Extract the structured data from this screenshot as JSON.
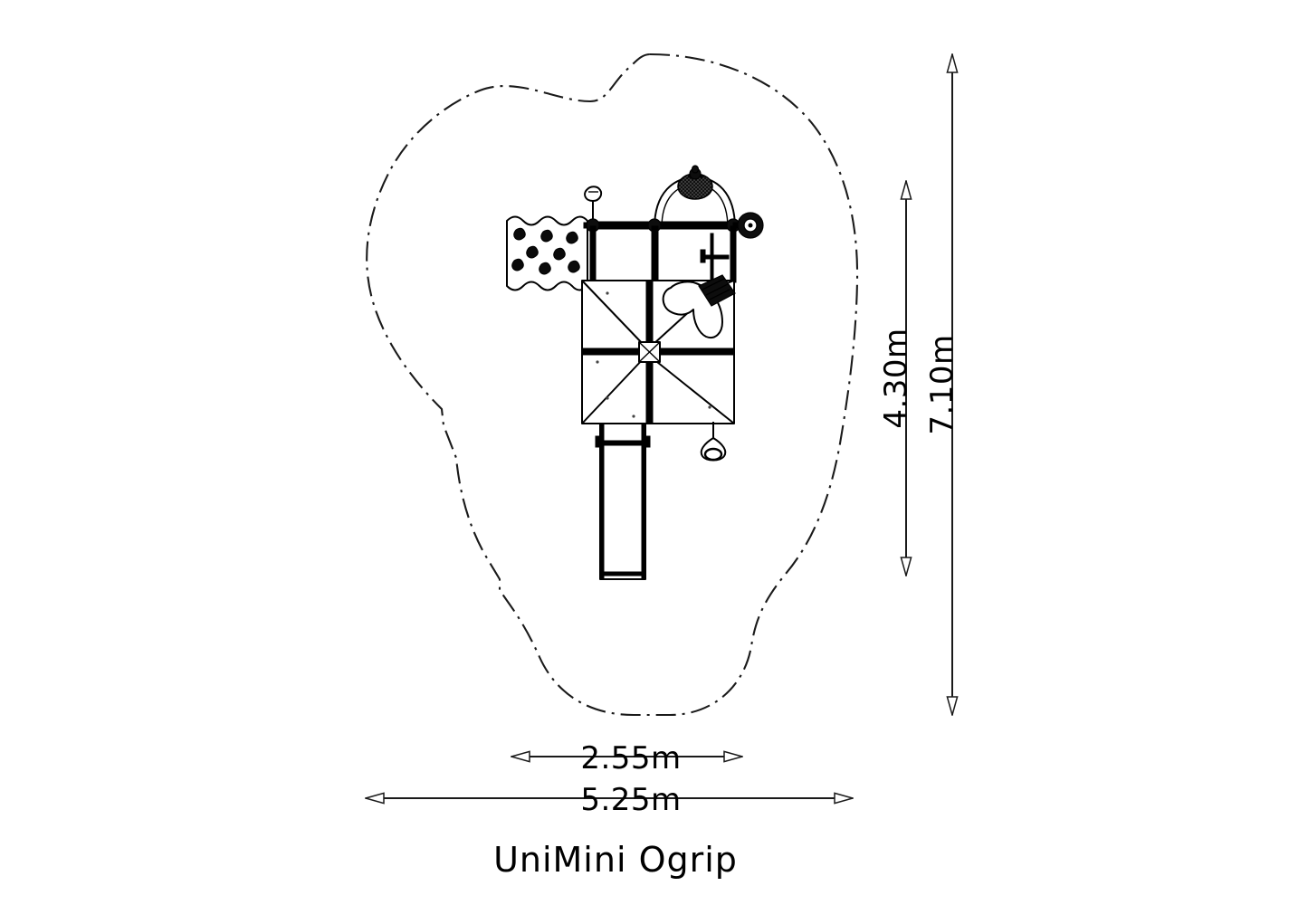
{
  "drawing": {
    "title": "UniMini Ogrip",
    "type": "playground-equipment-plan-view",
    "units": "m",
    "background_color": "#ffffff",
    "line_color": "#000000"
  },
  "dimensions": {
    "horizontal": [
      {
        "id": "equipment-width",
        "label": "2.55m",
        "value": 2.55,
        "unit": "m",
        "orientation": "horizontal",
        "arrow_style": "open-double"
      },
      {
        "id": "safety-zone-width",
        "label": "5.25m",
        "value": 5.25,
        "unit": "m",
        "orientation": "horizontal",
        "arrow_style": "open-double"
      }
    ],
    "vertical": [
      {
        "id": "equipment-depth",
        "label": "4.30m",
        "value": 4.3,
        "unit": "m",
        "orientation": "vertical",
        "arrow_style": "open-double"
      },
      {
        "id": "safety-zone-depth",
        "label": "7.10m",
        "value": 7.1,
        "unit": "m",
        "orientation": "vertical",
        "arrow_style": "open-double"
      }
    ]
  },
  "components": {
    "safety_zone": {
      "name": "safety-zone-boundary",
      "line_style": "dash-dot",
      "description": "Impact area outline"
    },
    "items": [
      {
        "id": "climbing-wall",
        "label": "Climbing wall",
        "holds": 8
      },
      {
        "id": "platform",
        "label": "Roof platform",
        "shape": "square"
      },
      {
        "id": "slide",
        "label": "Slide",
        "shape": "chute"
      },
      {
        "id": "arch-dome",
        "label": "Arch with dome",
        "shape": "arch"
      },
      {
        "id": "steering-wheel",
        "label": "Steering wheel",
        "shape": "disc"
      },
      {
        "id": "leaf-panel",
        "label": "Leaf panel",
        "shape": "heart"
      },
      {
        "id": "hanging-bell",
        "label": "Hanging bell",
        "shape": "bell"
      },
      {
        "id": "flag-post",
        "label": "Flag post",
        "shape": "loop"
      },
      {
        "id": "rail-ladder",
        "label": "Rail ladder",
        "shape": "rail"
      }
    ]
  }
}
